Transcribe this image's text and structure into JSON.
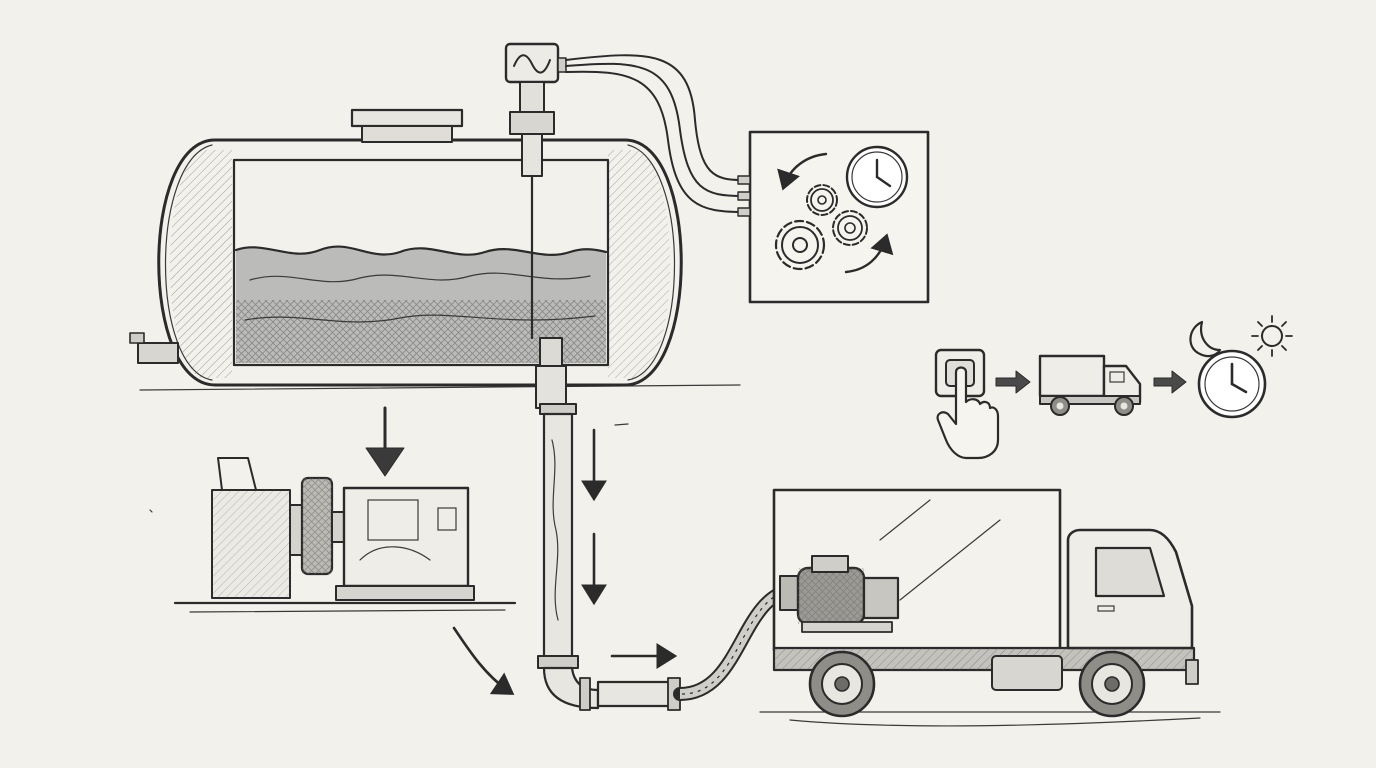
{
  "diagram": {
    "style": "pencil-sketch",
    "colors": {
      "background": "#f3f1eb",
      "ink": "#2b2b2b",
      "liquid": "#9c9c9c",
      "shade": "#d6d6d6"
    },
    "components": [
      {
        "id": "storage-tank",
        "icon": "horizontal-tank"
      },
      {
        "id": "level-sensor",
        "icon": "sine-wave-sensor"
      },
      {
        "id": "control-panel",
        "icons": [
          "rotate-arrow",
          "gear",
          "clock"
        ]
      },
      {
        "id": "pump-station",
        "icon": "motor-pump"
      },
      {
        "id": "drain-pipe",
        "icon": "pipe"
      },
      {
        "id": "truck-pump",
        "icon": "electric-pump"
      },
      {
        "id": "collection-truck",
        "icon": "box-truck"
      },
      {
        "id": "legend-sequence",
        "icons": [
          "push-button",
          "hand",
          "arrow",
          "truck",
          "arrow",
          "moon",
          "sun",
          "clock"
        ]
      }
    ],
    "connectors": [
      {
        "from": "storage-tank",
        "to": "pump-station",
        "style": "down-arrow"
      },
      {
        "from": "storage-tank",
        "to": "drain-pipe",
        "style": "flow"
      },
      {
        "from": "drain-pipe",
        "to": "truck-pump",
        "style": "flow-arrow"
      },
      {
        "from": "level-sensor",
        "to": "control-panel",
        "style": "cables"
      }
    ]
  }
}
